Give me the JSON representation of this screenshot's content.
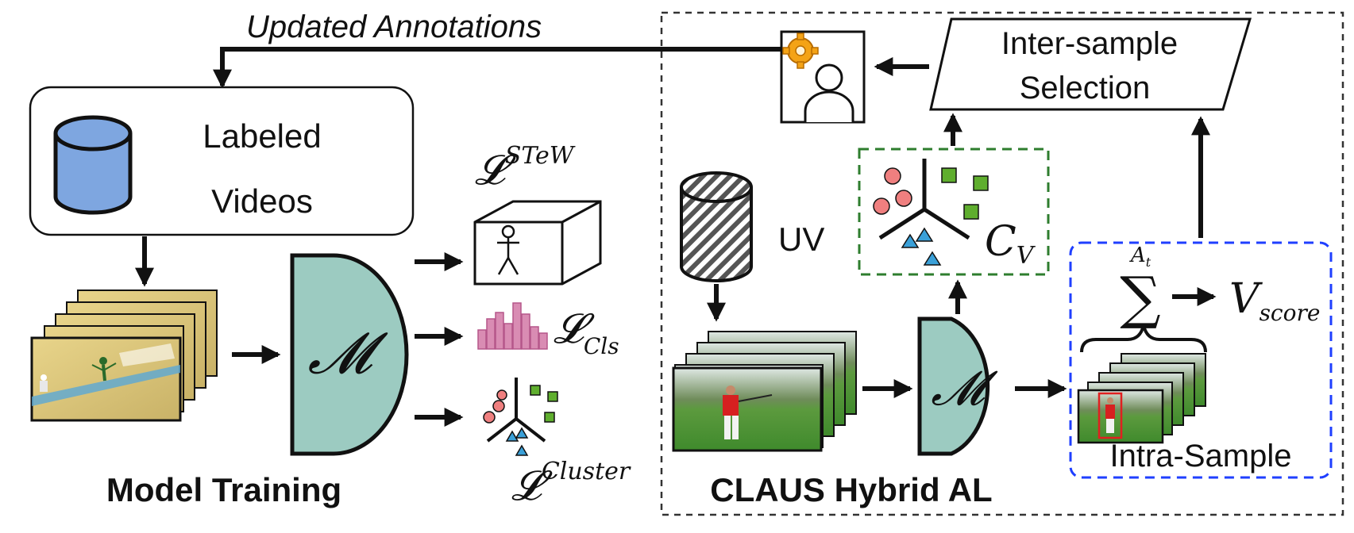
{
  "feedback": {
    "label": "Updated Annotations"
  },
  "labeled_data": {
    "line1": "Labeled",
    "line2": "Videos"
  },
  "model": {
    "symbol": "𝓜"
  },
  "losses": {
    "stew": {
      "base": "𝓛",
      "sup": "STeW"
    },
    "cls": {
      "base": "𝓛",
      "sub": "Cls"
    },
    "cluster": {
      "base": "𝓛",
      "sup": "Cluster"
    }
  },
  "sections": {
    "training": "Model Training",
    "al": "CLAUS Hybrid AL"
  },
  "unlabeled": {
    "label": "UV"
  },
  "cluster_space": {
    "base": "C",
    "sub": "V"
  },
  "inter_sample": {
    "line1": "Inter-sample",
    "line2": "Selection"
  },
  "intra_sample": {
    "label": "Intra-Sample",
    "sum_symbol": "∑",
    "sum_limit_base": "A",
    "sum_limit_sub": "t",
    "score_base": "V",
    "score_sub": "score"
  },
  "colors": {
    "db_blue": "#7ea6e0",
    "model_teal": "#9ccbc1",
    "hist_pink": "#d98cb3",
    "dot_red": "#ef7f7f",
    "tri_blue": "#3aa0d8",
    "sq_green": "#5fae2e",
    "al_box": "#333333",
    "green_dash": "#2e7d2e",
    "blue_dash": "#1f3fff",
    "bbox_red": "#e02020"
  }
}
